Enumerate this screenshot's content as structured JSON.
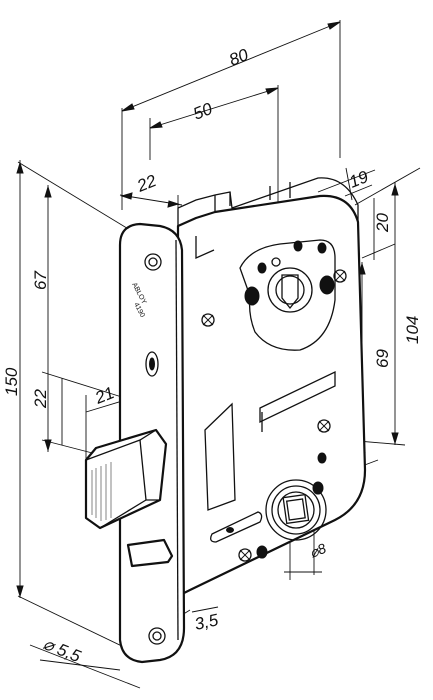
{
  "drawing": {
    "brand_text": "ABLOY",
    "model_text": "4190",
    "dimensions": {
      "overall_depth": "80",
      "backset": "50",
      "faceplate_to_body": "22",
      "top_edge": "19",
      "top_offset": "20",
      "height_150": "150",
      "height_67": "67",
      "latch_height": "22",
      "latch_projection": "21",
      "body_height": "104",
      "distance_69": "69",
      "spindle": "⌀8",
      "thickness": "3,5",
      "screw_hole": "⌀ 5,5"
    }
  }
}
